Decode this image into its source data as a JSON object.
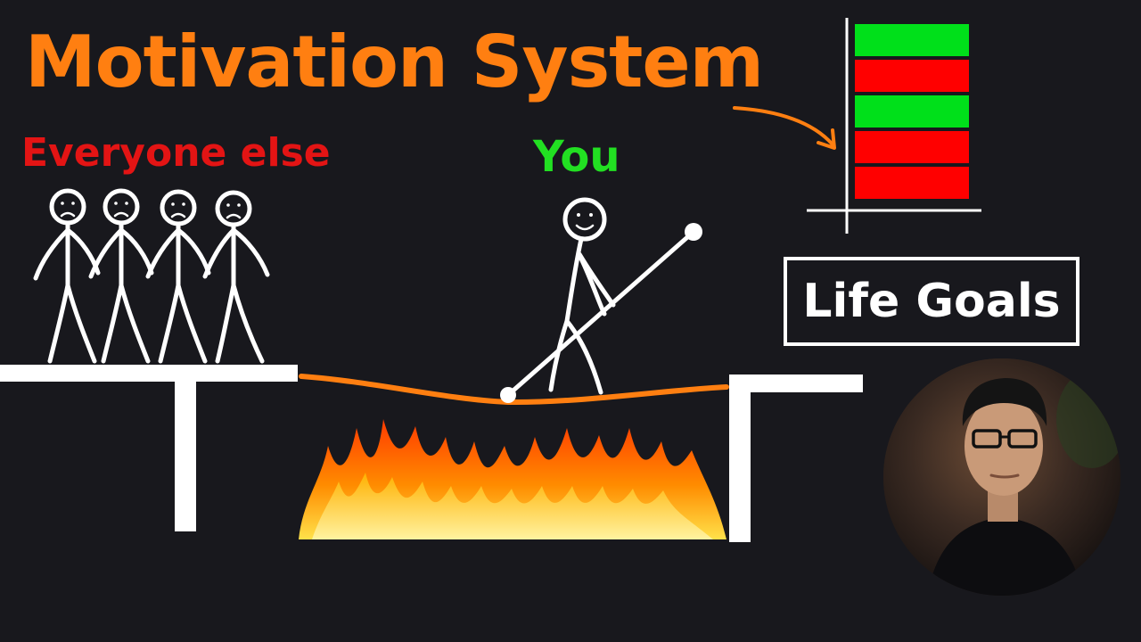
{
  "title": "Motivation System",
  "labels": {
    "everyone_else": "Everyone else",
    "you": "You",
    "life_goals": "Life Goals"
  },
  "progress_chart": {
    "rows": [
      "success",
      "fail",
      "success",
      "fail",
      "fail"
    ]
  },
  "colors": {
    "background": "#18181d",
    "title": "#ff7f11",
    "everyone_else": "#e31414",
    "you": "#22e022",
    "success": "#00e01a",
    "fail": "#ff0000",
    "rope": "#ff7f11",
    "figures": "#ffffff"
  },
  "icons": {
    "sad_faces": "frown-face-icon",
    "happy_face": "smile-face-icon",
    "fire": "fire-icon",
    "arrow": "curved-arrow-icon"
  }
}
